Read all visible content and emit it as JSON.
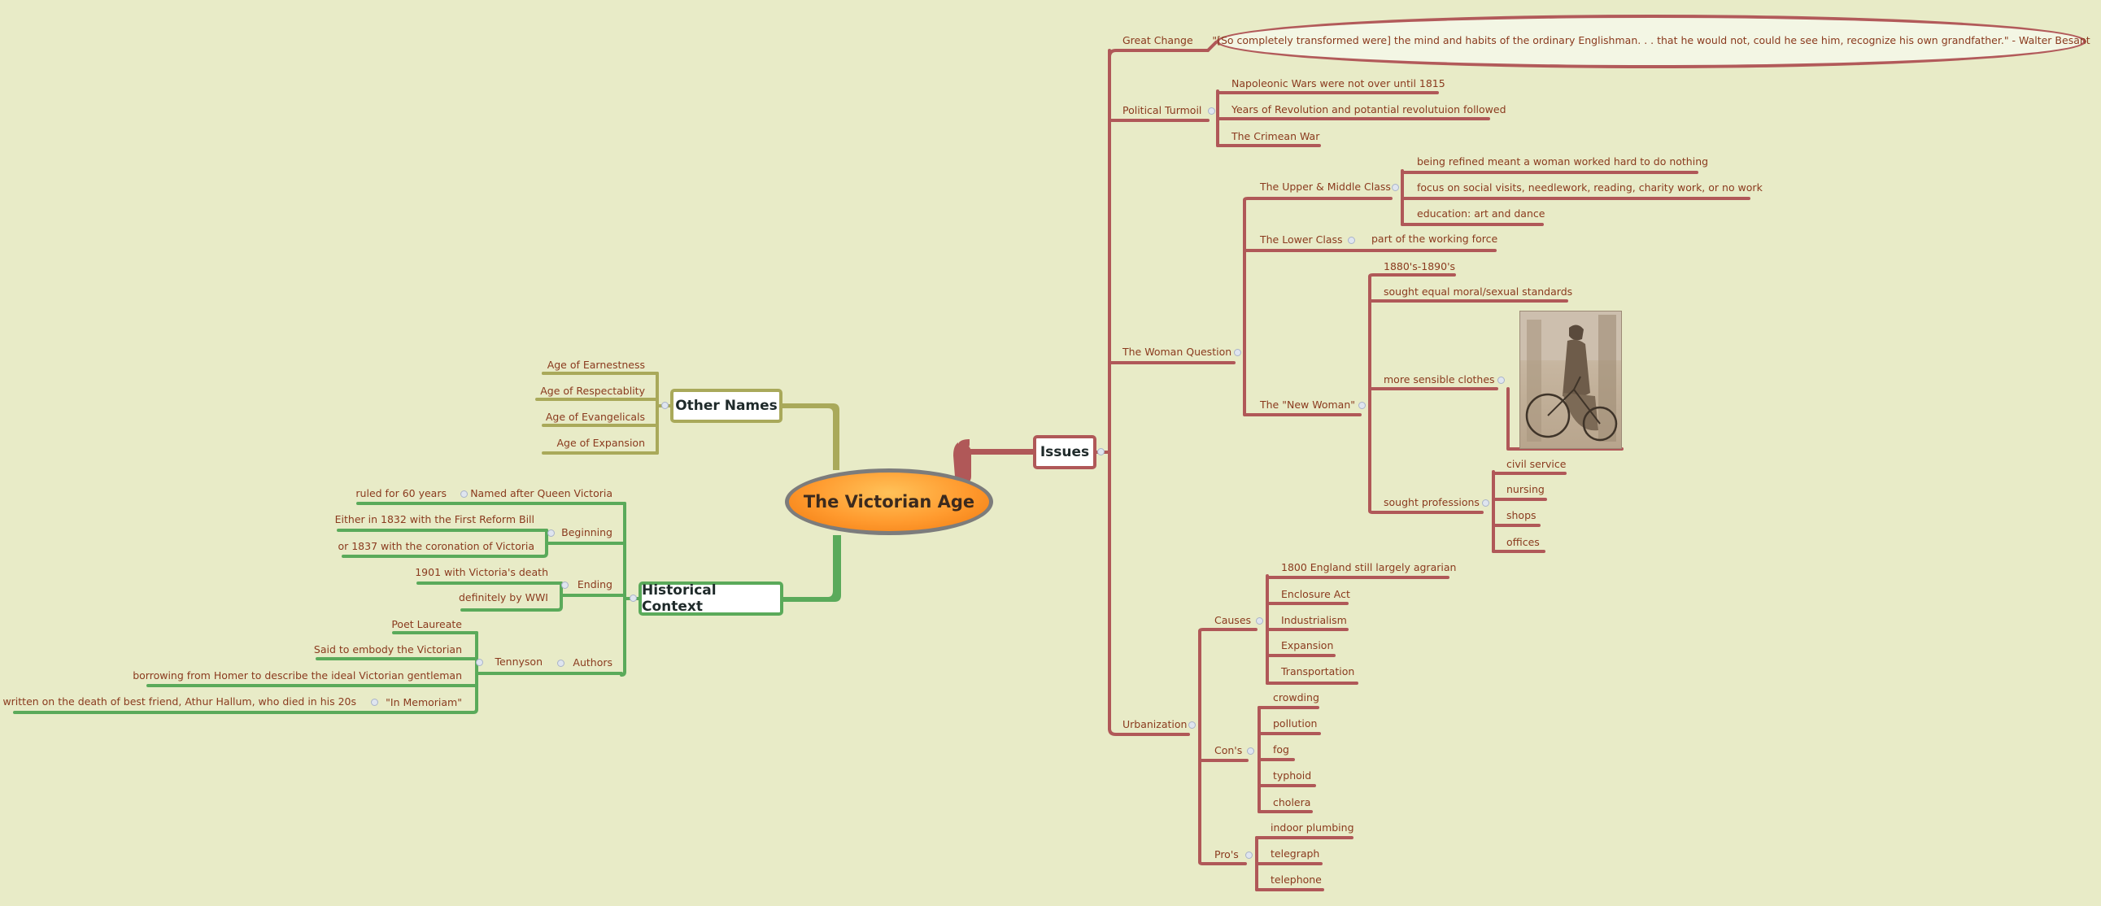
{
  "central": "The Victorian Age",
  "colors": {
    "issues": "#b05858",
    "other_names": "#a9a95a",
    "historical": "#5aaa5a",
    "label_text": "#8a3a1e",
    "background": "#e8ebc7"
  },
  "other_names": {
    "title": "Other Names",
    "items": [
      "Age of Earnestness",
      "Age of Respectablity",
      "Age of Evangelicals",
      "Age of Expansion"
    ]
  },
  "historical": {
    "title": "Historical Context",
    "named_after": "Named after Queen Victoria",
    "ruled": "ruled for 60 years",
    "beginning": {
      "label": "Beginning",
      "items": [
        "Either in 1832 with the First Reform Bill",
        "or 1837 with the coronation of Victoria"
      ]
    },
    "ending": {
      "label": "Ending",
      "items": [
        "1901 with Victoria's death",
        "definitely by WWI"
      ]
    },
    "authors": {
      "label": "Authors",
      "tennyson": "Tennyson",
      "tennyson_items": [
        "Poet Laureate",
        "Said to embody the Victorian",
        "borrowing from Homer to describe the ideal Victorian gentleman"
      ],
      "in_memoriam": "\"In Memoriam\"",
      "in_memoriam_note": "written on the death of best friend, Athur Hallum, who died in his 20s"
    }
  },
  "issues": {
    "title": "Issues",
    "great_change": {
      "label": "Great Change",
      "quote": "\"[So completely transformed were] the mind and habits of the ordinary Englishman. . . that he would not, could he see him, recognize his own grandfather.\" - Walter Besant"
    },
    "political": {
      "label": "Political Turmoil",
      "items": [
        "Napoleonic Wars were not over until 1815",
        "Years of Revolution and potantial revolutuion followed",
        "The Crimean War"
      ]
    },
    "woman_question": {
      "label": "The Woman Question",
      "upper": {
        "label": "The Upper & Middle Class",
        "items": [
          "being refined meant a woman worked hard to do nothing",
          "focus on social visits, needlework, reading, charity work, or no work",
          "education: art and dance"
        ]
      },
      "lower": {
        "label": "The Lower Class",
        "item": "part of the working force"
      },
      "new_woman": {
        "label": "The \"New Woman\"",
        "years": "1880's-1890's",
        "standards": "sought equal moral/sexual standards",
        "clothes": "more sensible clothes",
        "professions": {
          "label": "sought professions",
          "items": [
            "civil service",
            "nursing",
            "shops",
            "offices"
          ]
        }
      }
    },
    "urbanization": {
      "label": "Urbanization",
      "causes": {
        "label": "Causes",
        "items": [
          "1800 England still largely agrarian",
          "Enclosure Act",
          "Industrialism",
          "Expansion",
          "Transportation"
        ]
      },
      "cons": {
        "label": "Con's",
        "items": [
          "crowding",
          "pollution",
          "fog",
          "typhoid",
          "cholera"
        ]
      },
      "pros": {
        "label": "Pro's",
        "items": [
          "indoor plumbing",
          "telegraph",
          "telephone"
        ]
      }
    }
  }
}
